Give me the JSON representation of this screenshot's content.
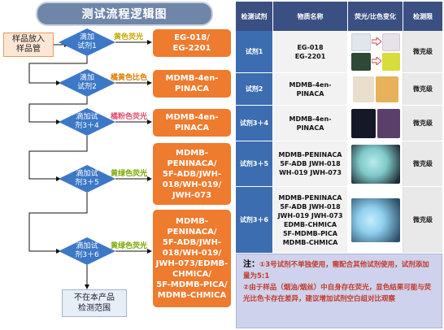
{
  "flow": {
    "title": "测试流程逻辑图",
    "start": "样品放入\n样品管",
    "steps": [
      {
        "diamond": "滴加\n试剂1",
        "color_label": "黄色荧光",
        "label_color": "#c8a800",
        "result": "EG-018/\nEG-2201"
      },
      {
        "diamond": "滴加\n试剂2",
        "color_label": "橘黄色比色",
        "label_color": "#e07b00",
        "result": "MDMB-4en-\nPINACA"
      },
      {
        "diamond": "滴加试\n剂3＋4",
        "color_label": "橘粉色荧光",
        "label_color": "#e05070",
        "result": "MDMB-4en-\nPINACA"
      },
      {
        "diamond": "滴加试\n剂3＋5",
        "color_label": "黄绿色荧光",
        "label_color": "#7aa800",
        "result": "MDMB-\nPENINACA/\n5F-ADB/JWH-\n018/WH-019/\nJWH-073"
      },
      {
        "diamond": "滴加试\n剂3＋6",
        "color_label": "黄绿色荧光",
        "label_color": "#7aa800",
        "result": "MDMB-\nPENINACA/\n5F-ADB/JWH-\n018/WH-019/\nJWH-073/EDMB-\nCHMICA/\n5F-MDMB-PICA/\nMDMB-CHMICA"
      }
    ],
    "end": "不在本产品\n检测范围"
  },
  "table": {
    "headers": [
      "检测试剂",
      "物质名称",
      "荧光/比色变化",
      "检测限"
    ],
    "rows": [
      {
        "reagent": "试剂1",
        "substances": "EG-018\nEG-2201",
        "level": "微克级",
        "photos": [
          "#dfe6ee",
          "#e7e2ea",
          "#2e4a35",
          "#d7dd3a"
        ]
      },
      {
        "reagent": "试剂2",
        "substances": "MDMB-4en-\nPINACA",
        "level": "微克级",
        "photos": [
          "#eadfcc",
          "#e7b25a"
        ]
      },
      {
        "reagent": "试剂3＋4",
        "substances": "MDMB-4en-\nPINACA",
        "level": "微克级",
        "photos": [
          "#151826",
          "#5b3f6b"
        ]
      },
      {
        "reagent": "试剂3＋5",
        "substances": "MDMB-PENINACA\n5F-ADB    JWH-018\nWH-019    JWH-073",
        "level": "微克级",
        "photos": [
          "#7fc9c9"
        ]
      },
      {
        "reagent": "试剂3＋6",
        "substances": "MDMB-PENINACA\n5F-ADB    JWH-018\nJWH-019   JWH-073\nEDMB-CHMICA\n5F-MDMB-PICA\nMDMB-CHMICA",
        "level": "微克级",
        "photos": [
          "#8fd0ef"
        ]
      }
    ]
  },
  "note": {
    "label": "注：",
    "line1": "①3号试剂不单独使用，需配合其他试剂使用，试剂添加量为5:1",
    "line2": "②由于样品（烟油/烟丝）中自身存在荧光，显色结果可能与荧光比色卡存在差异，建议增加试剂空白组对比观察"
  },
  "colors": {
    "flow_title": "#6f86a8",
    "diamond": "#3d78c7",
    "result": "#ee7b2e",
    "table_header": "#3a4f82",
    "reagent_cell": "#3d6db1",
    "note_bg": "#cfd2ec",
    "note_text": "#c0392b"
  }
}
